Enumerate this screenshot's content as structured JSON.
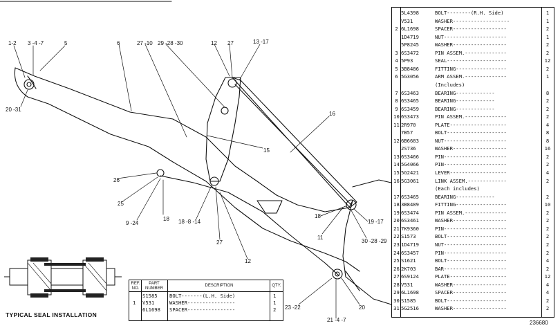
{
  "drawing_number": "236680",
  "seal_caption": "TYPICAL SEAL INSTALLATION",
  "callouts": [
    {
      "id": "c1",
      "text": "1-2"
    },
    {
      "id": "c2",
      "text": "3 -4 -7"
    },
    {
      "id": "c3",
      "text": "5"
    },
    {
      "id": "c4",
      "text": "6"
    },
    {
      "id": "c5",
      "text": "27 -10"
    },
    {
      "id": "c6",
      "text": "29 -28 -30"
    },
    {
      "id": "c7",
      "text": "12"
    },
    {
      "id": "c8",
      "text": "27"
    },
    {
      "id": "c9",
      "text": "13 -17"
    },
    {
      "id": "c10",
      "text": "20 -31"
    },
    {
      "id": "c11",
      "text": "16"
    },
    {
      "id": "c12",
      "text": "15"
    },
    {
      "id": "c13",
      "text": "26"
    },
    {
      "id": "c14",
      "text": "25"
    },
    {
      "id": "c15",
      "text": "9 -24"
    },
    {
      "id": "c16",
      "text": "18"
    },
    {
      "id": "c17",
      "text": "18 -8 -14"
    },
    {
      "id": "c18",
      "text": "27"
    },
    {
      "id": "c19",
      "text": "12"
    },
    {
      "id": "c20",
      "text": "18"
    },
    {
      "id": "c21",
      "text": "11"
    },
    {
      "id": "c22",
      "text": "19 -17"
    },
    {
      "id": "c23",
      "text": "30 -28 -29"
    },
    {
      "id": "c24",
      "text": "23 -22"
    },
    {
      "id": "c25",
      "text": "21 -4 -7"
    },
    {
      "id": "c26",
      "text": "20"
    }
  ],
  "parts_list": {
    "rows": [
      {
        "ref": "",
        "pn": "5L4398",
        "desc": "BOLT--------(R.H. Side)",
        "qty": "1"
      },
      {
        "ref": "",
        "pn": "V531",
        "desc": "WASHER-------------------",
        "qty": "1"
      },
      {
        "ref": "2",
        "pn": "6L1698",
        "desc": "SPACER------------------",
        "qty": "2"
      },
      {
        "ref": "",
        "pn": "1D4719",
        "desc": "NUT---------------------",
        "qty": "1"
      },
      {
        "ref": "",
        "pn": "5P8245",
        "desc": "WASHER------------------",
        "qty": "2"
      },
      {
        "ref": "3",
        "pn": "6S3472",
        "desc": "PIN ASSEM.--------------",
        "qty": "2"
      },
      {
        "ref": "4",
        "pn": "5P93",
        "desc": "SEAL--------------------",
        "qty": "12"
      },
      {
        "ref": "5",
        "pn": "3B8486",
        "desc": "FITTING-----------------",
        "qty": "2"
      },
      {
        "ref": "6",
        "pn": "5G3056",
        "desc": "ARM ASSEM.--------------",
        "qty": "1"
      },
      {
        "ref": "",
        "pn": "",
        "desc": "   (Includes)",
        "qty": ""
      },
      {
        "ref": "7",
        "pn": "6S3463",
        "desc": "    BEARING-------------",
        "qty": "8"
      },
      {
        "ref": "8",
        "pn": "6S3465",
        "desc": "    BEARING-------------",
        "qty": "2"
      },
      {
        "ref": "9",
        "pn": "6S3459",
        "desc": "    BEARING-------------",
        "qty": "2"
      },
      {
        "ref": "10",
        "pn": "6S3473",
        "desc": "PIN ASSEM.--------------",
        "qty": "2"
      },
      {
        "ref": "11",
        "pn": "2R970",
        "desc": "PLATE-------------------",
        "qty": "4"
      },
      {
        "ref": "",
        "pn": "7B57",
        "desc": "BOLT--------------------",
        "qty": "8"
      },
      {
        "ref": "12",
        "pn": "6B6683",
        "desc": "NUT---------------------",
        "qty": "8"
      },
      {
        "ref": "",
        "pn": "2S736",
        "desc": "WASHER------------------",
        "qty": "16"
      },
      {
        "ref": "13",
        "pn": "6S3466",
        "desc": "PIN---------------------",
        "qty": "2"
      },
      {
        "ref": "14",
        "pn": "5G4066",
        "desc": "PIN---------------------",
        "qty": "2"
      },
      {
        "ref": "15",
        "pn": "5G2421",
        "desc": "LEVER-------------------",
        "qty": "4"
      },
      {
        "ref": "16",
        "pn": "5G3061",
        "desc": "LINK ASSEM.-------------",
        "qty": "2"
      },
      {
        "ref": "",
        "pn": "",
        "desc": "   (Each includes)",
        "qty": ""
      },
      {
        "ref": "17",
        "pn": "6S3465",
        "desc": "    BEARING-------------",
        "qty": "2"
      },
      {
        "ref": "18",
        "pn": "3B8489",
        "desc": "FITTING-----------------",
        "qty": "10"
      },
      {
        "ref": "19",
        "pn": "6S3474",
        "desc": "PIN ASSEM.--------------",
        "qty": "2"
      },
      {
        "ref": "20",
        "pn": "6S3461",
        "desc": "WASHER------------------",
        "qty": "2"
      },
      {
        "ref": "21",
        "pn": "7K9360",
        "desc": "PIN---------------------",
        "qty": "2"
      },
      {
        "ref": "22",
        "pn": "S1573",
        "desc": "BOLT--------------------",
        "qty": "2"
      },
      {
        "ref": "23",
        "pn": "1D4719",
        "desc": "NUT---------------------",
        "qty": "2"
      },
      {
        "ref": "24",
        "pn": "6S3457",
        "desc": "PIN---------------------",
        "qty": "2"
      },
      {
        "ref": "25",
        "pn": "S1621",
        "desc": "BOLT--------------------",
        "qty": "4"
      },
      {
        "ref": "26",
        "pn": "2K703",
        "desc": "BAR---------------------",
        "qty": "2"
      },
      {
        "ref": "27",
        "pn": "6S9124",
        "desc": "PLATE-------------------",
        "qty": "12"
      },
      {
        "ref": "28",
        "pn": "V531",
        "desc": "WASHER------------------",
        "qty": "4"
      },
      {
        "ref": "29",
        "pn": "6L1698",
        "desc": "SPACER------------------",
        "qty": "4"
      },
      {
        "ref": "30",
        "pn": "S1585",
        "desc": "BOLT--------------------",
        "qty": "2"
      },
      {
        "ref": "31",
        "pn": "5G2516",
        "desc": "WASHER------------------",
        "qty": "2"
      }
    ]
  },
  "small_table": {
    "headers": {
      "ref": "REF. NO.",
      "part": "PART NUMBER",
      "desc": "DESCRIPTION",
      "qty": "QTY."
    },
    "ref_label": "1",
    "rows": [
      {
        "pn": "S1585",
        "desc": "BOLT-------(L.H. Side)",
        "qty": "1"
      },
      {
        "pn": "V531",
        "desc": "WASHER----------------",
        "qty": "1"
      },
      {
        "pn": "6L1698",
        "desc": "SPACER----------------",
        "qty": "2"
      }
    ]
  }
}
